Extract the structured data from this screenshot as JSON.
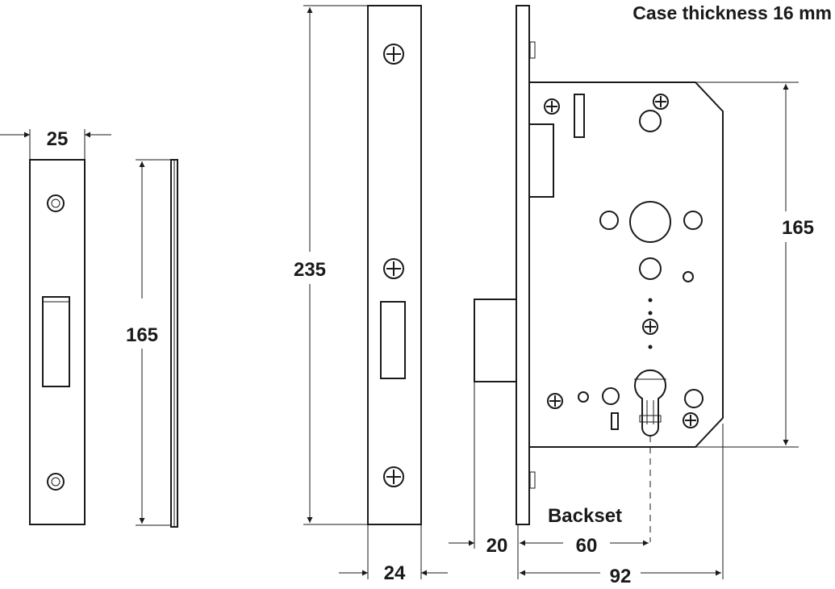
{
  "title": "Case thickness 16 mm",
  "dimensions": {
    "striker_width": "25",
    "striker_height": "165",
    "forend_height": "235",
    "forend_width": "24",
    "case_height": "165",
    "forend_offset": "20",
    "backset": "60",
    "case_depth": "92"
  },
  "labels": {
    "backset": "Backset"
  }
}
